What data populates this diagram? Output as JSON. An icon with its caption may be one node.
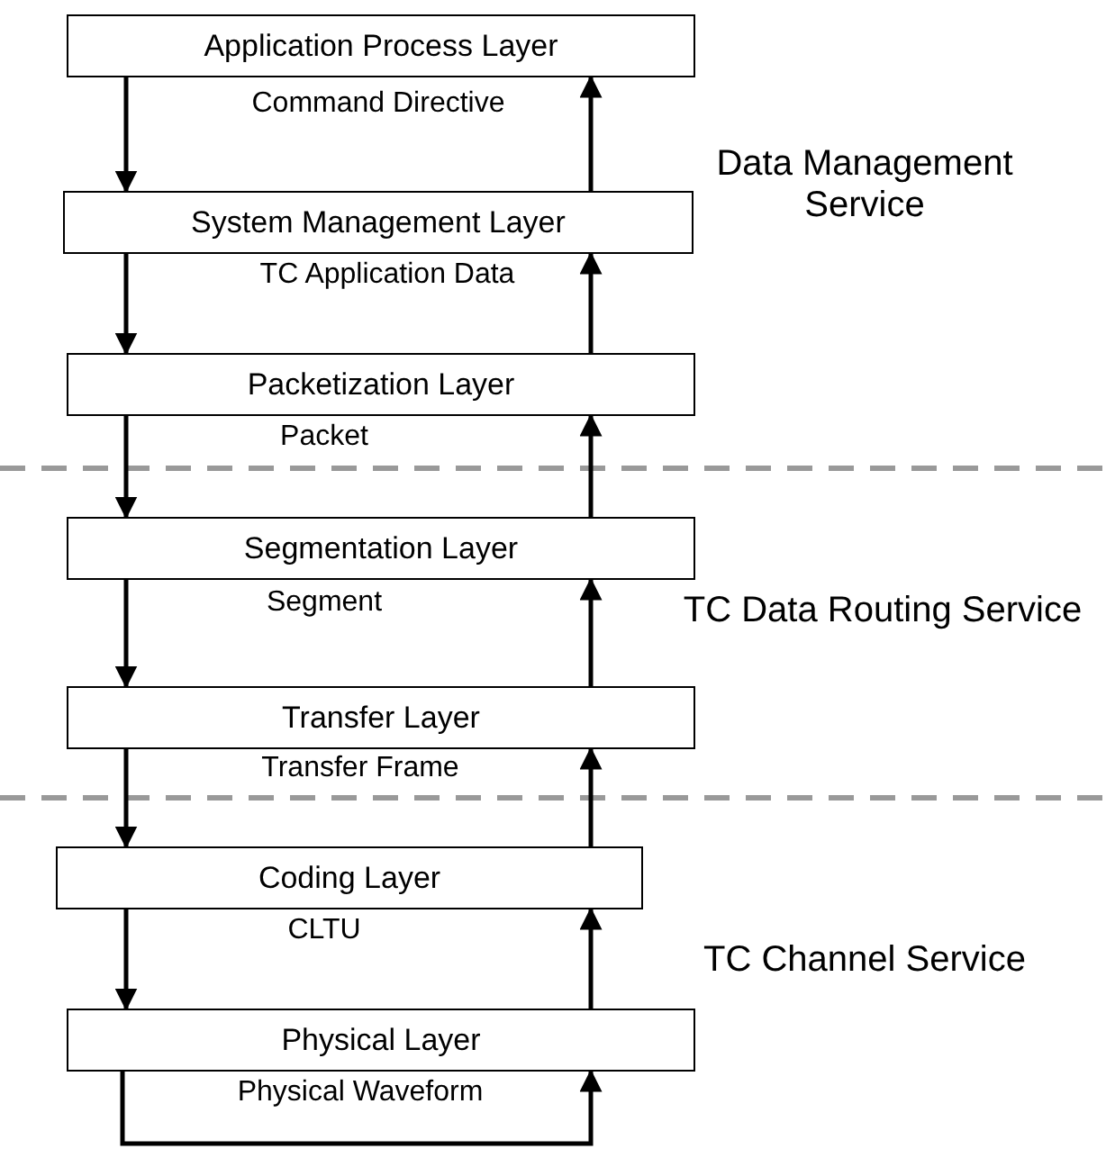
{
  "diagram": {
    "nodes": [
      {
        "text": [
          "Application Process Layer"
        ]
      },
      {
        "text": [
          "System Management Layer"
        ]
      },
      {
        "text": [
          "Packetization Layer"
        ]
      },
      {
        "text": [
          "Segmentation Layer"
        ]
      },
      {
        "text": [
          "Transfer Layer"
        ]
      },
      {
        "text": [
          "Coding Layer"
        ]
      },
      {
        "text": [
          "Physical Layer"
        ]
      }
    ],
    "edges": [
      {
        "from": 0,
        "to": 1,
        "arrow": "to"
      },
      {
        "from": 1,
        "to": 0,
        "arrow": "to"
      },
      {
        "from": 1,
        "to": 2,
        "arrow": "to"
      },
      {
        "from": 2,
        "to": 1,
        "arrow": "to"
      },
      {
        "from": 2,
        "to": 3,
        "arrow": "to"
      },
      {
        "from": 3,
        "to": 2,
        "arrow": "to"
      },
      {
        "from": 3,
        "to": 4,
        "arrow": "to"
      },
      {
        "from": 4,
        "to": 3,
        "arrow": "to"
      },
      {
        "from": 4,
        "to": 5,
        "arrow": "to"
      },
      {
        "from": 5,
        "to": 4,
        "arrow": "to"
      },
      {
        "from": 5,
        "to": 6,
        "arrow": "to"
      },
      {
        "from": 6,
        "to": 5,
        "arrow": "to"
      },
      {
        "from": 6,
        "to": 6,
        "arrow": "to"
      }
    ],
    "labels": [
      "Command Directive",
      "Data Management Service",
      "TC Application Data",
      "Packet",
      "Segment",
      "TC Data Routing Service",
      "Transfer Frame",
      "CLTU",
      "TC Channel Service",
      "Physical Waveform"
    ]
  }
}
